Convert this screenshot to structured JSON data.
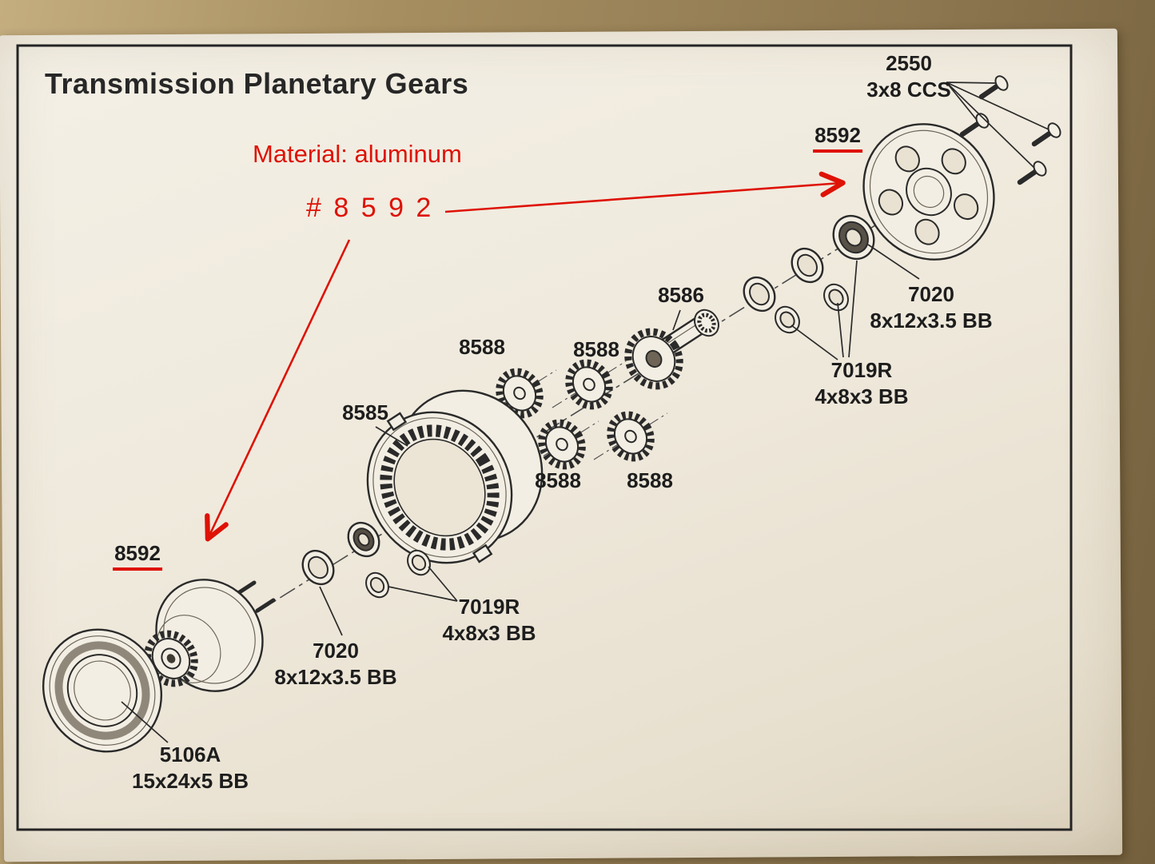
{
  "title": "Transmission Planetary Gears",
  "annotations": {
    "material": "Material: aluminum",
    "callout": "# 8 5 9 2"
  },
  "colors": {
    "annotation_red": "#de1205",
    "ink": "#2a2a2a",
    "paper": "#efe9dc"
  },
  "labels": [
    {
      "id": "screws",
      "text": "2550",
      "spec": "3x8 CCS"
    },
    {
      "id": "carrier-plate-top",
      "text": "8592"
    },
    {
      "id": "bearing-7020-top",
      "text": "7020",
      "spec": "8x12x3.5 BB"
    },
    {
      "id": "bearing-7019r-top",
      "text": "7019R",
      "spec": "4x8x3 BB"
    },
    {
      "id": "sun-gear",
      "text": "8586"
    },
    {
      "id": "planet-gear-top-left",
      "text": "8588"
    },
    {
      "id": "planet-gear-top-right",
      "text": "8588"
    },
    {
      "id": "planet-gear-bottom-left",
      "text": "8588"
    },
    {
      "id": "planet-gear-bottom-right",
      "text": "8588"
    },
    {
      "id": "ring-gear",
      "text": "8585"
    },
    {
      "id": "carrier-bottom",
      "text": "8592"
    },
    {
      "id": "bearing-7020-bottom",
      "text": "7020",
      "spec": "8x12x3.5 BB"
    },
    {
      "id": "bearing-7019r-bottom",
      "text": "7019R",
      "spec": "4x8x3 BB"
    },
    {
      "id": "bearing-5106a",
      "text": "5106A",
      "spec": "15x24x5 BB"
    }
  ]
}
